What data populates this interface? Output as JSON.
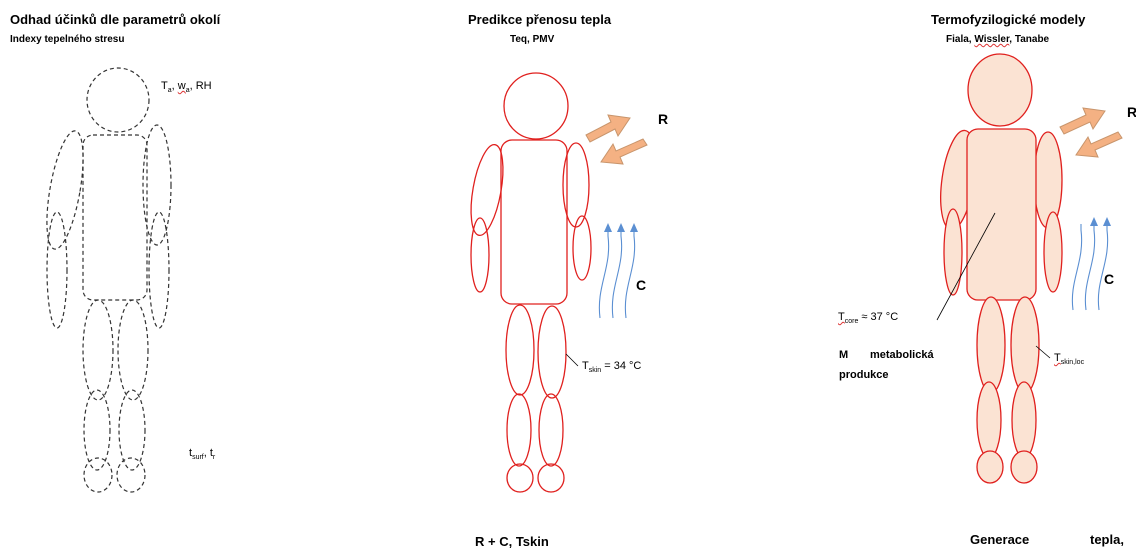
{
  "panel1": {
    "title": "Odhad účinků dle parametrů okolí",
    "subtitle": "Indexy tepelného stresu",
    "label_env": {
      "t": "T",
      "t_sub": "a",
      "sep1": ", ",
      "w": "w",
      "w_sub": "a",
      "sep2": ", RH"
    },
    "label_surf": {
      "t": "t",
      "t_sub": "surf",
      "sep": ", ",
      "t2": "t",
      "t2_sub": "r"
    }
  },
  "panel2": {
    "title": "Predikce přenosu tepla",
    "subtitle": "Teq, PMV",
    "label_r": "R",
    "label_c": "C",
    "label_skin": {
      "t": "T",
      "t_sub": "skin",
      "rest": " = 34 °C"
    },
    "footer": "R + C, Tskin"
  },
  "panel3": {
    "title": "Termofyzilogické modely",
    "subtitle_a": "Fiala, ",
    "subtitle_b": "Wissler",
    "subtitle_c": ", Tanabe",
    "label_r": "R",
    "label_c": "C",
    "label_core": {
      "t": "T",
      "t_sub": "core",
      "rest": " ≈ 37 °C"
    },
    "label_m": "M",
    "label_metab": "metabolická",
    "label_prod": "produkce",
    "label_skinloc": {
      "t": "T",
      "t_sub": "skin,loc"
    },
    "footer_a": "Generace",
    "footer_b": "tepla,"
  },
  "colors": {
    "dashed_outline": "#333333",
    "red_outline": "#e0201e",
    "body_fill": "#fbe3d3",
    "arrow_fill": "#f4b183",
    "arrow_stroke": "#c8956c",
    "conv_arrow": "#5b8fd2",
    "squiggle": "#d33333"
  }
}
